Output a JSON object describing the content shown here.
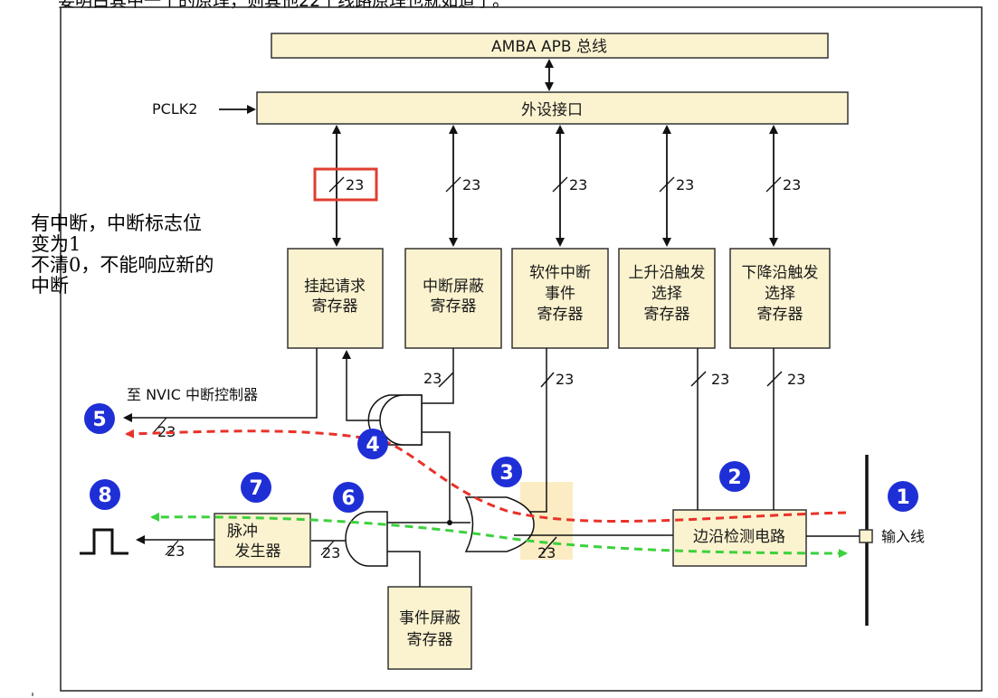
{
  "header_fragment": "要明白其中一个的原理，则其他22个线路原理也就如道了。",
  "bus": {
    "label": "AMBA APB 总线"
  },
  "peripheral_interface": {
    "label": "外设接口"
  },
  "clock": {
    "label": "PCLK2"
  },
  "bus_width": {
    "label": "23"
  },
  "registers": {
    "pending": [
      "挂起请求",
      "寄存器"
    ],
    "interrupt_mask": [
      "中断屏蔽",
      "寄存器"
    ],
    "software_interrupt": [
      "软件中断",
      "事件",
      "寄存器"
    ],
    "rising_trigger": [
      "上升沿触发",
      "选择",
      "寄存器"
    ],
    "falling_trigger": [
      "下降沿触发",
      "选择",
      "寄存器"
    ],
    "event_mask": [
      "事件屏蔽",
      "寄存器"
    ]
  },
  "nvic": {
    "label": "至 NVIC 中断控制器"
  },
  "edge_detect": {
    "label": "边沿检测电路"
  },
  "input_line": {
    "label": "输入线"
  },
  "pulse_generator": {
    "lines": [
      "脉冲",
      "发生器"
    ]
  },
  "step_numbers": [
    "1",
    "2",
    "3",
    "4",
    "5",
    "6",
    "7",
    "8"
  ],
  "note": {
    "lines": [
      "有中断，中断标志位",
      "变为1",
      "不清0，不能响应新的",
      "中断"
    ]
  },
  "colors": {
    "box_fill": "#fbf3cf",
    "highlight_red": "#e03c31",
    "circle_blue": "#1f2fd6",
    "path_red": "#e8322a",
    "path_green": "#3dd13d",
    "or_gate_highlight": "#fbe9b8"
  }
}
